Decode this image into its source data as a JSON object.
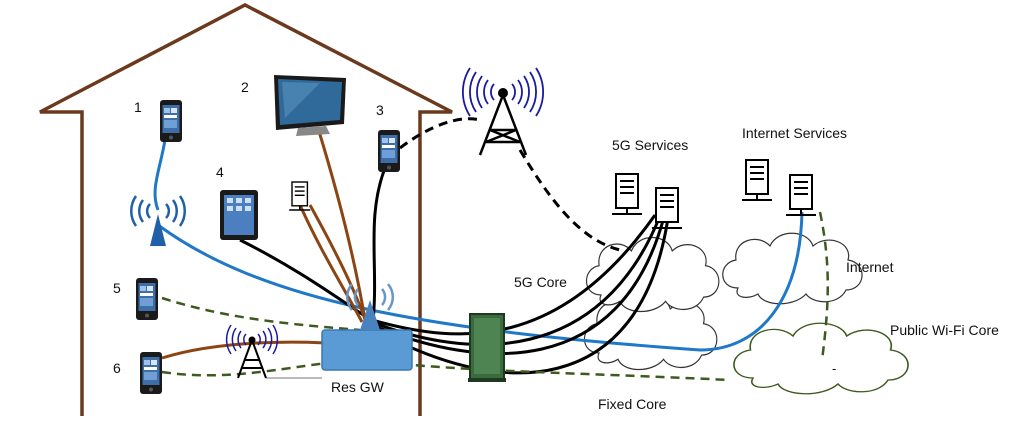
{
  "device_numbers": {
    "d1": "1",
    "d2": "2",
    "d3": "3",
    "d4": "4",
    "d5": "5",
    "d6": "6"
  },
  "labels": {
    "res_gw": "Res GW",
    "core_5g": "5G Core",
    "fixed_core": "Fixed Core",
    "internet": "Internet",
    "public_wifi_core": "Public Wi-Fi Core",
    "services_5g": "5G Services",
    "internet_services": "Internet Services",
    "dash_mark": "-"
  },
  "colors": {
    "house": "#6b3a1e",
    "wifi_link": "#1f78c8",
    "fixed_link": "#000000",
    "brown_link": "#8b4513",
    "public_wifi_link": "#3e5a1e",
    "cloud_core": "#333333",
    "cloud_public_wifi": "#3e5a1e",
    "gateway": "#5b9bd5",
    "radio_waves": "#1a1aa0"
  },
  "icons": {
    "phone": "smartphone-icon",
    "tv": "television-icon",
    "tablet": "tablet-icon",
    "server": "server-icon",
    "tower": "radio-tower-icon",
    "wifi": "wifi-antenna-icon",
    "cabinet": "street-cabinet-icon"
  }
}
